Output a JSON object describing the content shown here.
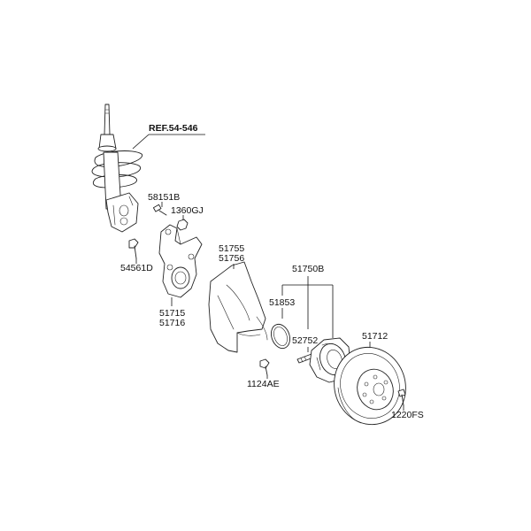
{
  "diagram": {
    "reference_label": "REF.54-546",
    "labels": {
      "p58151B": "58151B",
      "p1360GJ": "1360GJ",
      "p54561D": "54561D",
      "p51715": "51715",
      "p51716": "51716",
      "p51755": "51755",
      "p51756": "51756",
      "p1124AE": "1124AE",
      "p51750B": "51750B",
      "p51853": "51853",
      "p52752": "52752",
      "p51712": "51712",
      "p1220FS": "1220FS"
    }
  }
}
